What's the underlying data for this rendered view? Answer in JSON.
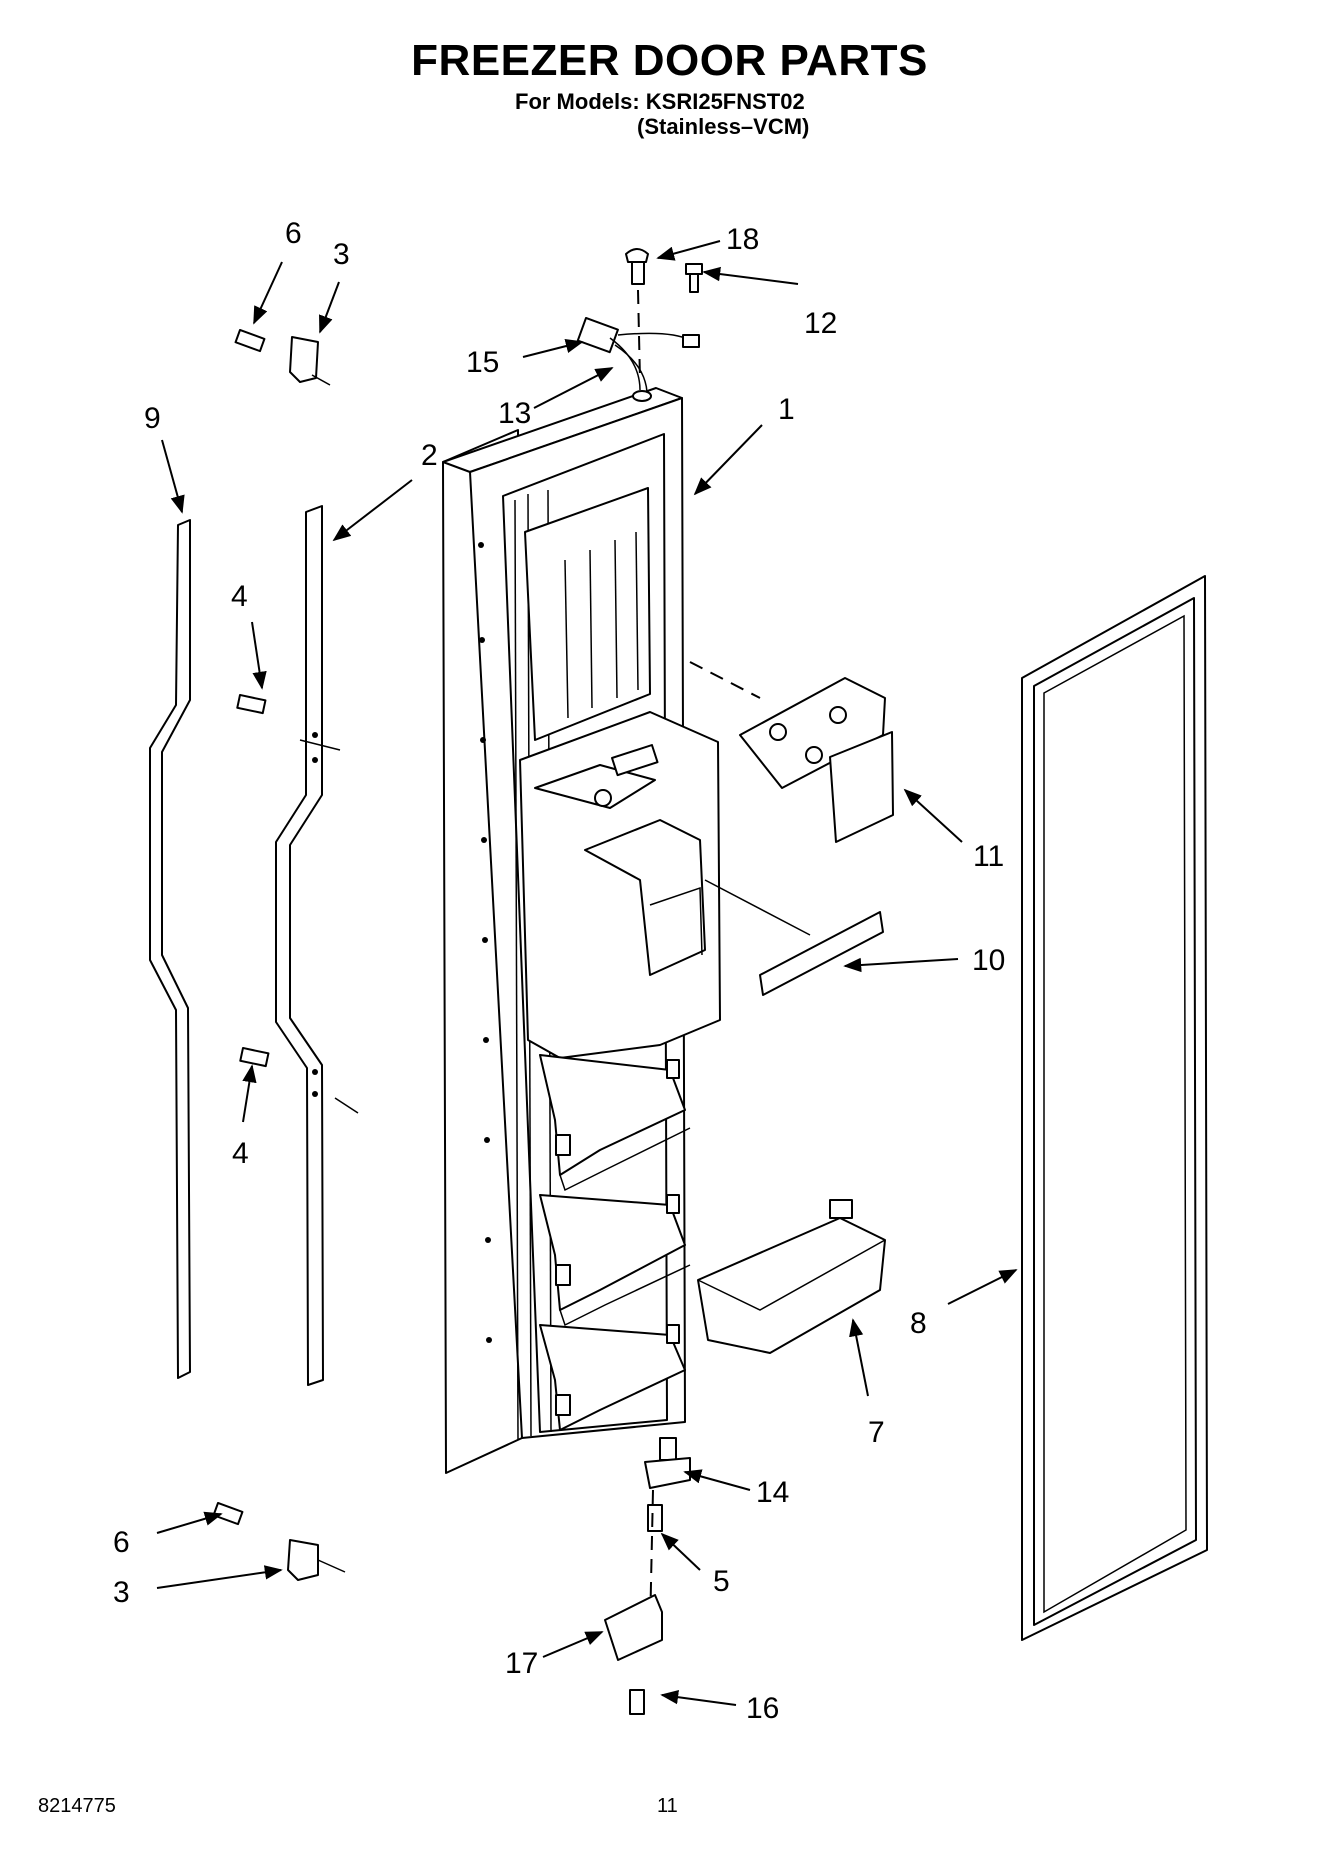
{
  "header": {
    "title": "FREEZER DOOR PARTS",
    "models_line": "For Models: KSRI25FNST02",
    "variant_line": "(Stainless–VCM)"
  },
  "footer": {
    "doc_number": "8214775",
    "page_number": "11"
  },
  "callouts": {
    "c18": "18",
    "c12": "12",
    "c15": "15",
    "c13": "13",
    "c1": "1",
    "c6_top": "6",
    "c3_top": "3",
    "c9": "9",
    "c2": "2",
    "c4_top": "4",
    "c4_bottom": "4",
    "c11": "11",
    "c10": "10",
    "c8": "8",
    "c7": "7",
    "c14": "14",
    "c5": "5",
    "c6_bottom": "6",
    "c3_bottom": "3",
    "c17": "17",
    "c16": "16"
  }
}
